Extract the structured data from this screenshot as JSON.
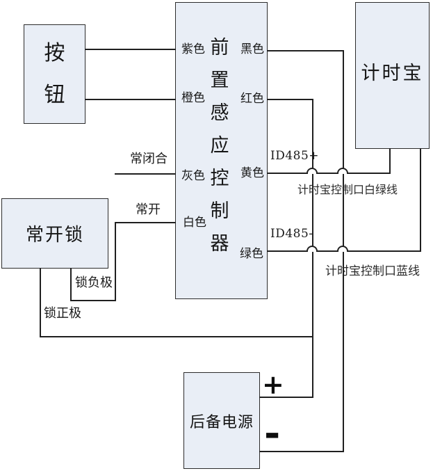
{
  "diagram": {
    "background_color": "#ffffff",
    "box_fill_color": "#e9eef6",
    "line_color": "#1f1f1f"
  },
  "button": {
    "chars": [
      "按",
      "钮"
    ]
  },
  "controller": {
    "title_chars": [
      "前",
      "置",
      "感",
      "应",
      "控",
      "制",
      "器"
    ],
    "left_pins": [
      "紫色",
      "橙色",
      "灰色",
      "白色"
    ],
    "right_pins": [
      "黑色",
      "红色",
      "黄色",
      "绿色"
    ]
  },
  "timer": {
    "label": "计时宝"
  },
  "lock": {
    "label": "常开锁"
  },
  "power": {
    "label": "后备电源",
    "plus": "+",
    "minus": "-"
  },
  "wire_labels": {
    "normally_closed": "常闭合",
    "normally_open": "常开",
    "id485_plus": "ID485+",
    "id485_minus": "ID485-",
    "timer_port_white_green": "计时宝控制口白绿线",
    "timer_port_blue": "计时宝控制口蓝线",
    "lock_negative": "锁负极",
    "lock_positive": "锁正极"
  }
}
